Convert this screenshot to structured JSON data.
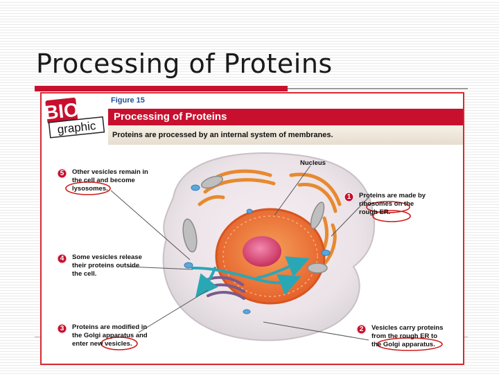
{
  "slide": {
    "title": "Processing of Proteins"
  },
  "figure": {
    "logo_line1": "BIO",
    "logo_line2": "graphic",
    "label": "Figure 15",
    "title": "Processing of Proteins",
    "subtitle": "Proteins are processed by an internal system of membranes.",
    "nucleus_label": "Nucleus",
    "steps": [
      {
        "num": "1",
        "lines": [
          "Proteins are made by",
          "ribosomes on the",
          "rough ER."
        ]
      },
      {
        "num": "2",
        "lines": [
          "Vesicles carry proteins",
          "from the rough ER to",
          "the Golgi apparatus."
        ]
      },
      {
        "num": "3",
        "lines": [
          "Proteins are modified in",
          "the Golgi apparatus and",
          "enter new vesicles."
        ]
      },
      {
        "num": "4",
        "lines": [
          "Some vesicles release",
          "their proteins outside",
          "the cell."
        ]
      },
      {
        "num": "5",
        "lines": [
          "Other vesicles remain in",
          "the cell and become",
          "lysosomes."
        ]
      }
    ]
  },
  "colors": {
    "accent_red": "#c8102e",
    "figure_blue": "#1f4e9a",
    "arrow_teal": "#2aa7b5"
  }
}
